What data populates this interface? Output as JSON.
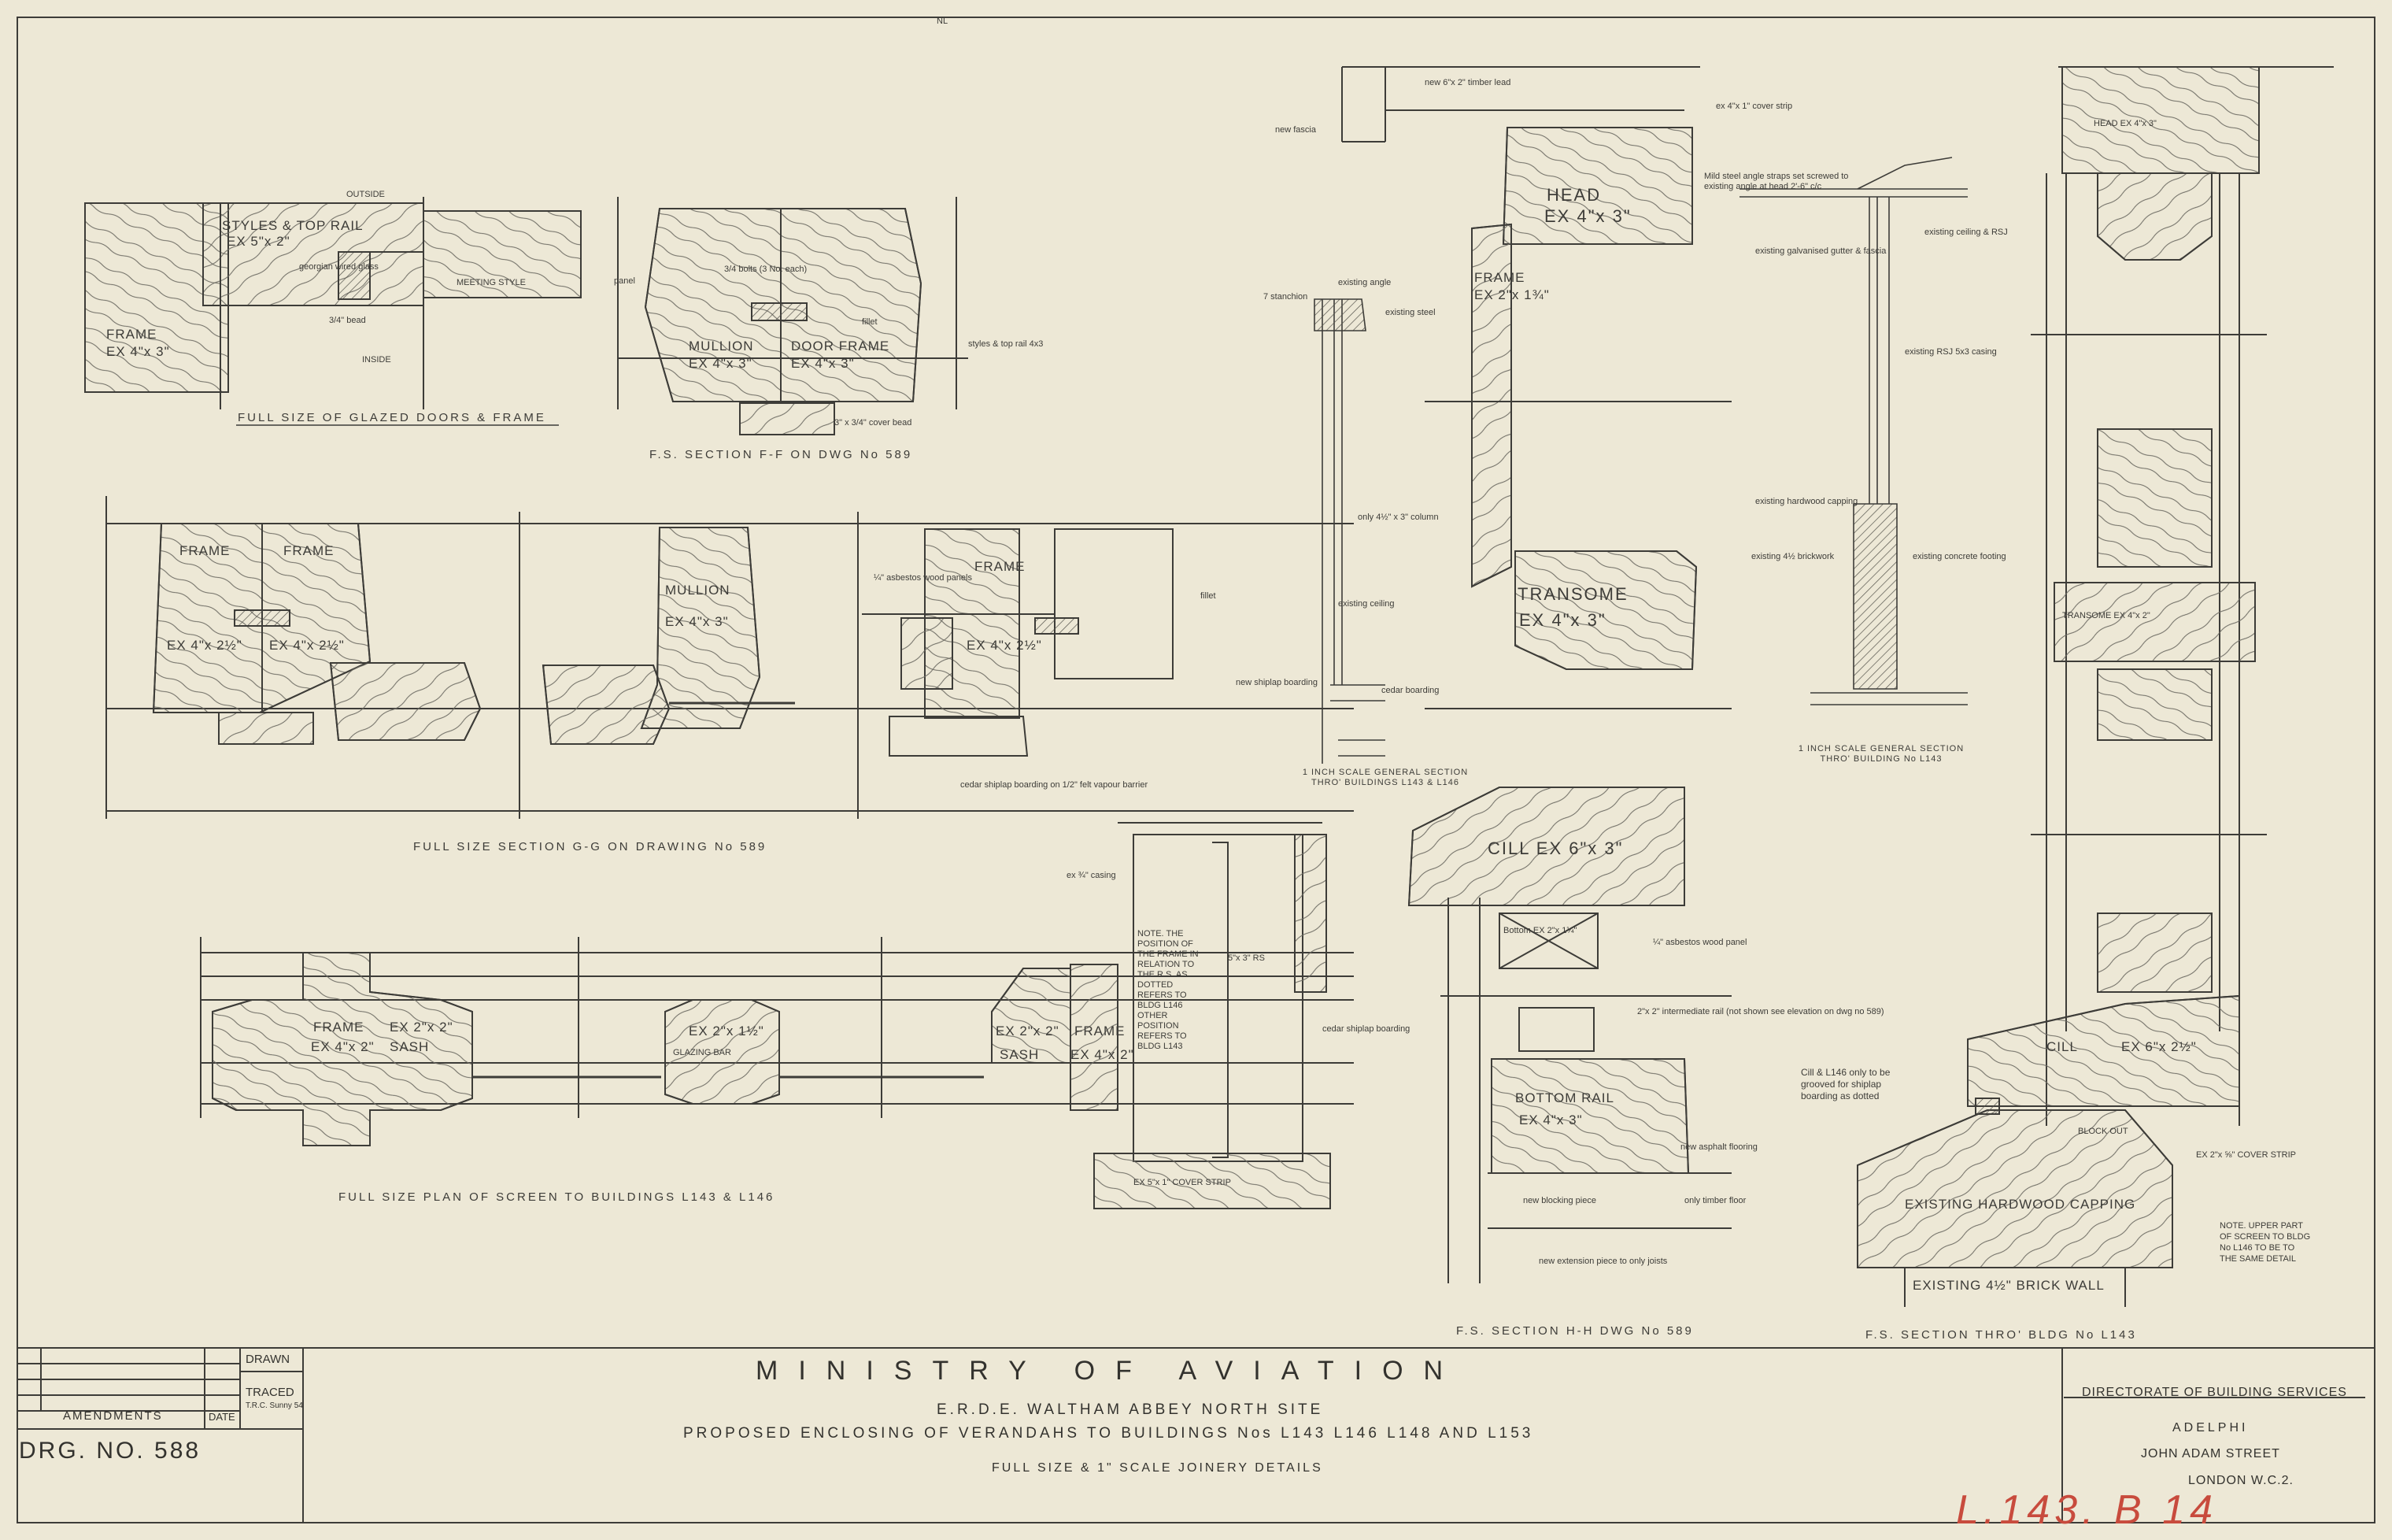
{
  "sheet_mark": "NL",
  "details": {
    "glazed_doors": {
      "caption": "FULL SIZE OF GLAZED DOORS & FRAME",
      "outside": "OUTSIDE",
      "inside": "INSIDE",
      "frame": "FRAME",
      "frame_size": "EX 4\"x 3\"",
      "styles": "STYLES & TOP RAIL",
      "styles_size": "EX 5\"x 2\"",
      "meeting": "MEETING STYLE",
      "note_glass": "georgian wired glass",
      "note_bead": "3/4\" bead"
    },
    "section_ff": {
      "caption": "F.S. SECTION F-F ON DWG No 589",
      "mullion": "MULLION",
      "mullion_size": "EX 4\"x 3\"",
      "door_frame": "DOOR FRAME",
      "door_frame_size": "EX 4\"x 3\"",
      "note_bolts": "3/4 bolts (3 No. each)",
      "note_cover": "3\" x 3/4\" cover bead",
      "note_styles": "styles & top rail 4x3",
      "note_fillet": "fillet",
      "note_panel": "panel"
    },
    "section_gg": {
      "caption": "FULL SIZE SECTION G-G ON DRAWING No 589",
      "frame": "FRAME",
      "frame_left_size": "EX 4\"x 2½\"",
      "frame_right_size": "EX 4\"x 2½\"",
      "mullion": "MULLION",
      "mullion_size": "EX 4\"x 3\"",
      "frame_c": "FRAME",
      "frame_c_size": "EX 4\"x 2½\"",
      "note_asbestos": "¼\" asbestos wood panels",
      "note_cedar": "cedar shiplap boarding on 1/2\" felt vapour barrier",
      "note_fillet": "fillet"
    },
    "screen_plan": {
      "caption": "FULL SIZE PLAN OF SCREEN TO BUILDINGS L143 & L146",
      "frame": "FRAME",
      "frame_size": "EX 4\"x 2\"",
      "sash": "EX 2\"x 2\"",
      "sash_label": "SASH",
      "glazing_bar": "EX 2\"x 1½\"",
      "glazing_bar_label": "GLAZING BAR",
      "sash_right": "EX 2\"x 2\"",
      "sash_right_label": "SASH",
      "frame_right": "FRAME",
      "frame_right_size": "EX 4\"x 2\"",
      "note": "NOTE. THE POSITION OF THE FRAME IN RELATION TO THE R.S. AS DOTTED REFERS TO BLDG L146 OTHER POSITION REFERS TO BLDG L143",
      "rs": "5\"x 3\" RS",
      "cover_strip": "EX 5\"x 1\" COVER STRIP",
      "cedar": "cedar shiplap boarding",
      "casing": "ex ¾\" casing"
    },
    "section_hh": {
      "caption": "F.S. SECTION H-H DWG No 589",
      "head": "HEAD",
      "head_size": "EX 4\"x 3\"",
      "frame": "FRAME",
      "frame_size": "EX 2\"x 1¾\"",
      "transome": "TRANSOME",
      "transome_size": "EX 4\"x 3\"",
      "cill": "CILL EX 6\"x 3\"",
      "bottom_rail": "BOTTOM RAIL",
      "bottom_rail_size": "EX 4\"x 3\"",
      "new_lead": "new 6\"x 2\" timber lead",
      "new_fascia": "new fascia",
      "mild_steel": "Mild steel angle straps set screwed to existing angle at head 2'-6\" c/c",
      "cover_strip": "ex 4\"x 1\" cover strip",
      "asbestos": "¼\" asbestos wood panel",
      "intermediate": "2\"x 2\" intermediate rail (not shown see elevation on dwg no 589)",
      "asphalt": "new asphalt flooring",
      "timber_floor": "only timber floor",
      "new_blocking": "new blocking piece",
      "extension": "new extension piece to only joists",
      "bottom_ex": "Bottom EX 2\"x 1¼\""
    },
    "general_section_1": {
      "caption": "1 INCH SCALE GENERAL SECTION THRO' BUILDINGS L143 & L146",
      "notes": [
        "existing angle",
        "existing steel",
        "7 stanchion",
        "only 4½\" x 3\" column",
        "existing ceiling",
        "new shiplap boarding",
        "cedar boarding"
      ]
    },
    "general_section_2": {
      "caption": "1 INCH SCALE GENERAL SECTION THRO' BUILDING No L143",
      "notes": [
        "existing ceiling & RSJ",
        "existing galvanised gutter & fascia",
        "existing RSJ 5x3 casing",
        "existing hardwood capping",
        "existing 4½ brickwork",
        "existing concrete footing"
      ]
    },
    "section_l143": {
      "caption": "F.S. SECTION THRO' BLDG No L143",
      "head": "HEAD EX 4\"x 3\"",
      "transome": "TRANSOME EX 4\"x 2\"",
      "cill": "CILL",
      "cill_size": "EX 6\"x 2½\"",
      "capping": "EXISTING HARDWOOD CAPPING",
      "brick": "EXISTING 4½\" BRICK WALL",
      "block_out": "BLOCK OUT",
      "cover_strip": "EX 2\"x ⅝\" COVER STRIP",
      "cill_note": "Cill & L146 only to be grooved for shiplap boarding as dotted",
      "note": "NOTE. UPPER PART OF SCREEN TO BLDG No L146 TO BE TO THE SAME DETAIL"
    }
  },
  "title_block": {
    "amendments": "AMENDMENTS",
    "date": "DATE",
    "drawn": "DRAWN",
    "traced": "TRACED",
    "traced_initials": "T.R.C. Sunny 54",
    "drg_no": "DRG. NO. 588",
    "ministry": "MINISTRY OF AVIATION",
    "site": "E.R.D.E. WALTHAM ABBEY NORTH SITE",
    "project": "PROPOSED ENCLOSING OF VERANDAHS TO BUILDINGS Nos L143 L146 L148 AND L153",
    "scale": "FULL SIZE & 1\" SCALE JOINERY DETAILS",
    "directorate": "DIRECTORATE OF BUILDING SERVICES",
    "address1": "ADELPHI",
    "address2": "JOHN ADAM STREET",
    "address3": "LONDON  W.C.2.",
    "red_ref": "L.143. B 14"
  },
  "colors": {
    "paper": "#ede8d6",
    "ink": "#3d3c38",
    "red_pencil": "#c84b3d"
  }
}
